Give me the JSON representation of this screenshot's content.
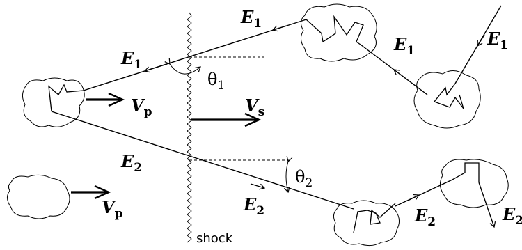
{
  "labels": {
    "e1_sym": "E",
    "e1_sub": "1",
    "e2_sym": "E",
    "e2_sub": "2",
    "vp_sym": "V",
    "vp_sub": "p",
    "vs_sym": "V",
    "vs_sub": "s",
    "theta_sym": "θ",
    "theta1_sub": "1",
    "theta2_sub": "2",
    "shock": "shock"
  }
}
